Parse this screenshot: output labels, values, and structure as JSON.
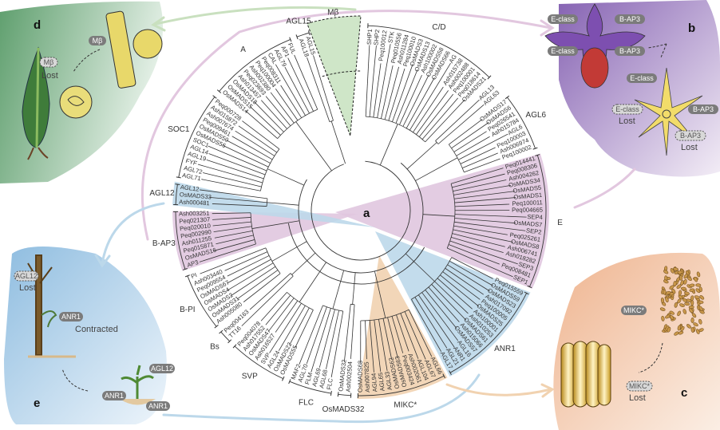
{
  "tree_label": "a",
  "colors": {
    "mbeta": "#cfe6c8",
    "e_class": "#e0c6df",
    "b_ap3": "#e0c6df",
    "agl12": "#bcd8ea",
    "anr1": "#bcd8ea",
    "mikc": "#f1d2b0"
  },
  "clades": [
    {
      "name": "C/D",
      "leaves": [
        "SHP1",
        "SHP2",
        "Peq100012",
        "STK",
        "Peq010556",
        "Ash011284",
        "Peq100010",
        "OsMADS3",
        "OsMADS13",
        "Ash100002",
        "OsMADS58",
        "OsMADS66",
        "AG",
        "Ash015738",
        "Ash002488",
        "Peq100001",
        "Peq018614",
        "OsMADS21"
      ]
    },
    {
      "name": "",
      "leaves": [
        "AGL13",
        "AGL63"
      ]
    },
    {
      "name": "AGL6",
      "leaves": [
        "OsMADS17",
        "OsMADS6",
        "Peq026541",
        "Ash015784",
        "AGL6",
        "Peq100003",
        "Ash006974",
        "Peq100002"
      ]
    },
    {
      "name": "E",
      "leaves": [
        "Peq014441",
        "Peq008306",
        "Ash004262",
        "OsMADS34",
        "OsMADS5",
        "OsMADS1",
        "Peq100011",
        "Peq004665",
        "SEP4",
        "OsMADS7",
        "SEP2",
        "Peq025261",
        "OsMADS8",
        "Ash006741",
        "Ash018282",
        "SEP3",
        "Peq008481",
        "SEP1"
      ]
    },
    {
      "name": "ANR1",
      "leaves": [
        "Peq015559",
        "OsMADS59",
        "OsMADS23",
        "Ash017092",
        "Peq100005",
        "OsMADS25",
        "Ash100001",
        "Ash010253",
        "OsMADS61",
        "Ash015066",
        "OsMADS57",
        "AGL16",
        "ANR1",
        "AGL21",
        "AGL17"
      ]
    },
    {
      "name": "MIKC*",
      "leaves": [
        "AGL66",
        "AGL67",
        "AGL104",
        "Ash002061",
        "Peq003424",
        "OsMADS63",
        "OsMADS62",
        "AGL33",
        "AGL65",
        "AGL94",
        "Ash007825",
        "OsMADS68"
      ]
    },
    {
      "name": "OsMADS32",
      "leaves": [
        "Ash002504",
        "OsMADS32"
      ]
    },
    {
      "name": "FLC",
      "leaves": [
        "FLC",
        "AGL68",
        "AGL69",
        "FLM",
        "AGL70",
        "MAF2"
      ]
    },
    {
      "name": "SVP",
      "leaves": [
        "OsMADS55",
        "OsMADS22",
        "AGL24",
        "SVP",
        "Ash016527",
        "OsMADS47",
        "Ash017552",
        "Peq004078"
      ]
    },
    {
      "name": "Bs",
      "leaves": [
        "TT16",
        "Peq004163"
      ]
    },
    {
      "name": "B-PI",
      "leaves": [
        "Ash005080",
        "OsMADS31",
        "OsMADS2",
        "OsMADS4",
        "OsMADS67",
        "Peq009554",
        "Ash003440",
        "PI"
      ]
    },
    {
      "name": "B-AP3",
      "leaves": [
        "AP3",
        "OsMADS16",
        "Peq015871",
        "Ash011255",
        "Peq002990",
        "Peq020010",
        "Peq021307",
        "Ash003251"
      ]
    },
    {
      "name": "AGL12",
      "leaves": [
        "Ash000481",
        "OsMADS33",
        "AGL12"
      ]
    },
    {
      "name": "SOC1",
      "leaves": [
        "AGL71",
        "AGL72",
        "FYF",
        "AGL19",
        "AGL14",
        "SOC1",
        "OsMADS56",
        "OsMADS50",
        "Peq009461",
        "Ash007674",
        "Ash015872",
        "Peq000728"
      ]
    },
    {
      "name": "A",
      "leaves": [
        "OsMADS14",
        "OsMADS15",
        "OsMADS18",
        "Ash013457",
        "Peq023693",
        "Ash002380",
        "Peq100004",
        "Peq008311",
        "CAL",
        "AGL79",
        "AP1",
        "FUL"
      ]
    },
    {
      "name": "AGL15",
      "leaves": [
        "AGL18",
        "AGL15"
      ]
    }
  ],
  "mbeta_label": "Mβ",
  "panels": {
    "b": {
      "letter": "b",
      "orchid_tags": [
        "E-class",
        "E-class",
        "B-AP3",
        "B-AP3"
      ],
      "flower_tags": [
        "E-class",
        "B-AP3"
      ],
      "lost_tags": [
        "E-class",
        "B-AP3"
      ],
      "lost_text": "Lost"
    },
    "c": {
      "letter": "c",
      "tag": "MIKC*",
      "lost_tag": "MIKC*",
      "lost_text": "Lost"
    },
    "d": {
      "letter": "d",
      "tag": "Mβ",
      "lost_tag": "Mβ",
      "lost_text": "Lost"
    },
    "e": {
      "letter": "e",
      "lost_tag": "AGL12",
      "lost_text": "Lost",
      "tree_tag": "ANR1",
      "contracted": "Contracted",
      "seedling_tags": [
        "AGL12",
        "ANR1",
        "ANR1"
      ]
    }
  }
}
